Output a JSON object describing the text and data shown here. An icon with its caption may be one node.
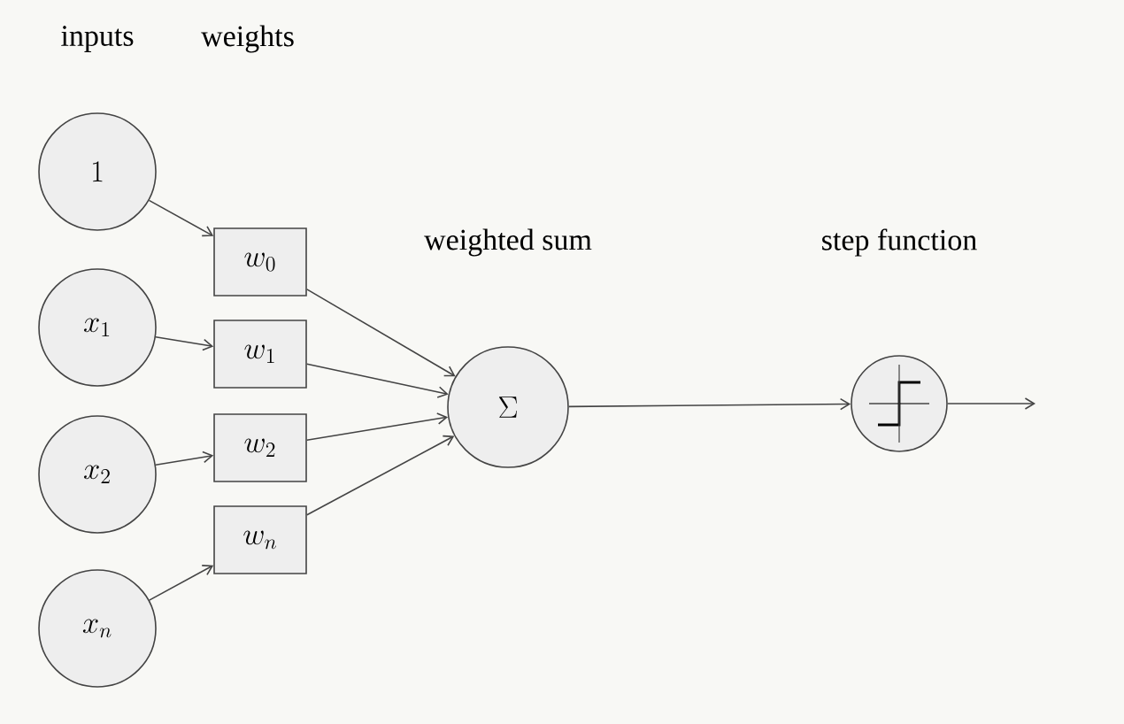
{
  "diagram": {
    "nodes": [
      {
        "text": [
          "1"
        ]
      },
      {
        "text": [
          "x_{1}"
        ]
      },
      {
        "text": [
          "x_{2}"
        ]
      },
      {
        "text": [
          "x_{n}"
        ]
      },
      {
        "text": [
          "w_{0}"
        ]
      },
      {
        "text": [
          "w_{1}"
        ]
      },
      {
        "text": [
          "w_{2}"
        ]
      },
      {
        "text": [
          "w_{n}"
        ]
      },
      {
        "text": [
          "\\Sigma"
        ],
        "beside": [
          "weighted sum"
        ]
      },
      {
        "text": [],
        "shape": "circle",
        "beside": [
          "step function"
        ]
      }
    ],
    "edges": [
      {
        "from": 0,
        "to": 4,
        "arrow": "to"
      },
      {
        "from": 1,
        "to": 5,
        "arrow": "to"
      },
      {
        "from": 2,
        "to": 6,
        "arrow": "to"
      },
      {
        "from": 3,
        "to": 7,
        "arrow": "to"
      },
      {
        "from": 4,
        "to": 8,
        "arrow": "to"
      },
      {
        "from": 5,
        "to": 8,
        "arrow": "to"
      },
      {
        "from": 6,
        "to": 8,
        "arrow": "to"
      },
      {
        "from": 7,
        "to": 8,
        "arrow": "to"
      },
      {
        "from": 8,
        "to": 9,
        "arrow": "to"
      },
      {
        "from": 9,
        "to": null,
        "arrow": "to"
      }
    ],
    "labels": [
      "inputs",
      "weights"
    ]
  }
}
